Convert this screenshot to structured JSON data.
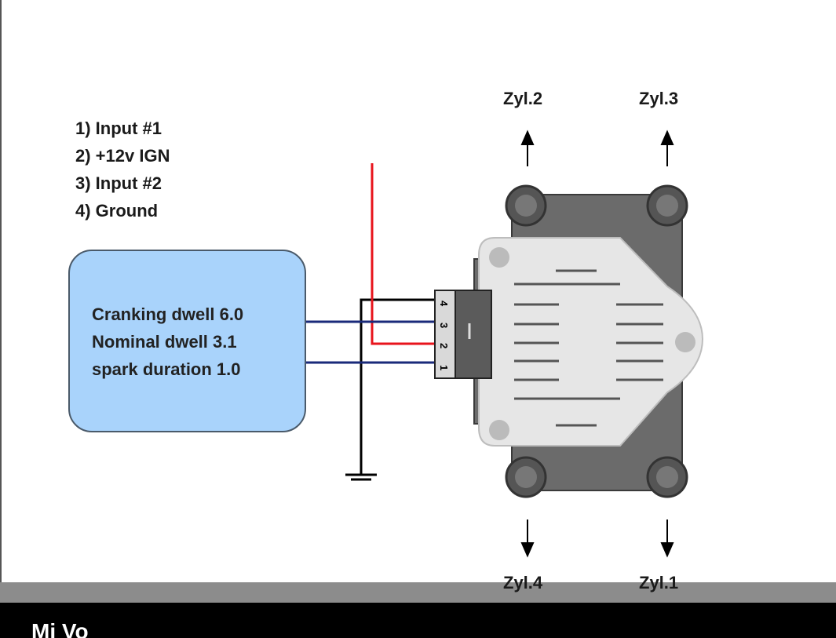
{
  "pin_legend": [
    "1) Input #1",
    "2) +12v IGN",
    "3) Input #2",
    "4) Ground"
  ],
  "ecu": {
    "lines": [
      "Cranking dwell 6.0",
      "Nominal dwell 3.1",
      "spark duration 1.0"
    ]
  },
  "connector_pins": [
    "4",
    "3",
    "2",
    "1"
  ],
  "cylinders": {
    "top_left": "Zyl.2",
    "top_right": "Zyl.3",
    "bottom_left": "Zyl.4",
    "bottom_right": "Zyl.1"
  },
  "caption": "Mi Vo",
  "colors": {
    "ecu_fill": "#a9d3fb",
    "ign_wire": "#e8141c",
    "signal_wire": "#1a2a7a",
    "ground_wire": "#000000",
    "coil_dark": "#6b6b6b",
    "coil_light": "#e6e6e6"
  }
}
